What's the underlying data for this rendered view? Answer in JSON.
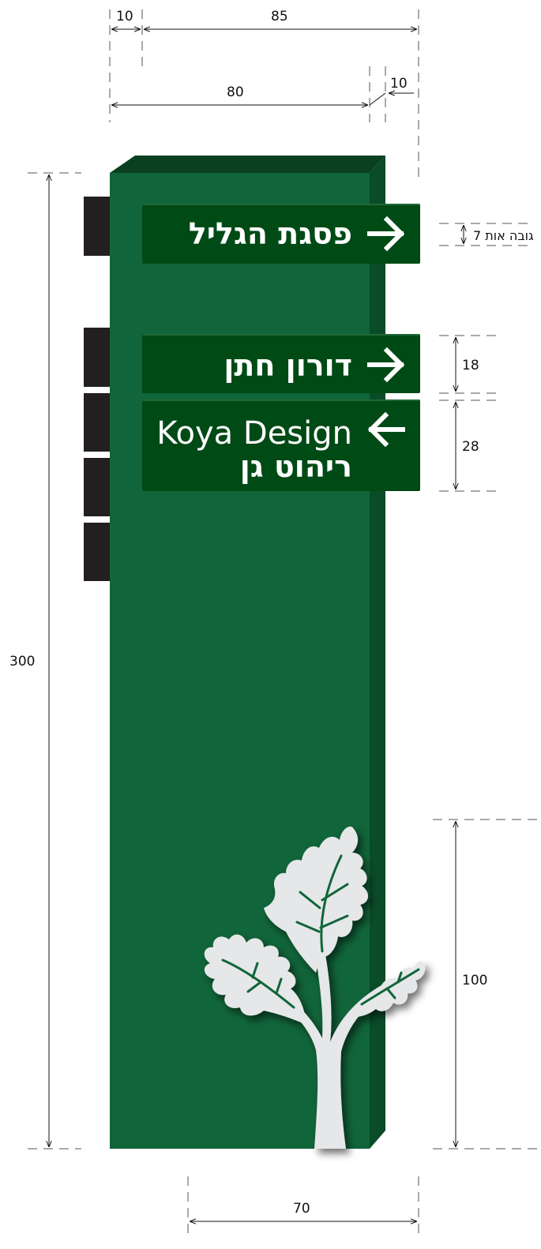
{
  "dimensions": {
    "top_gap": "10",
    "top_span": "85",
    "lower_width": "80",
    "side_depth": "10",
    "letter_height": "גובה אות 7",
    "sign_height_small": "18",
    "sign_height_large": "28",
    "total_height": "300",
    "tree_height": "100",
    "base_width": "70"
  },
  "signs": {
    "sign1": "פסגת הגליל",
    "sign2": "דורון חתן",
    "sign3_line1": "Koya Design",
    "sign3_line2": "ריהוט גן"
  },
  "colors": {
    "pylon_front": "#11653a",
    "pylon_side": "#0a4b28",
    "pylon_top": "#0a3f20",
    "sign_panel": "#004a16",
    "side_blocks": "#231f20",
    "tree": "#e6e7e8"
  }
}
